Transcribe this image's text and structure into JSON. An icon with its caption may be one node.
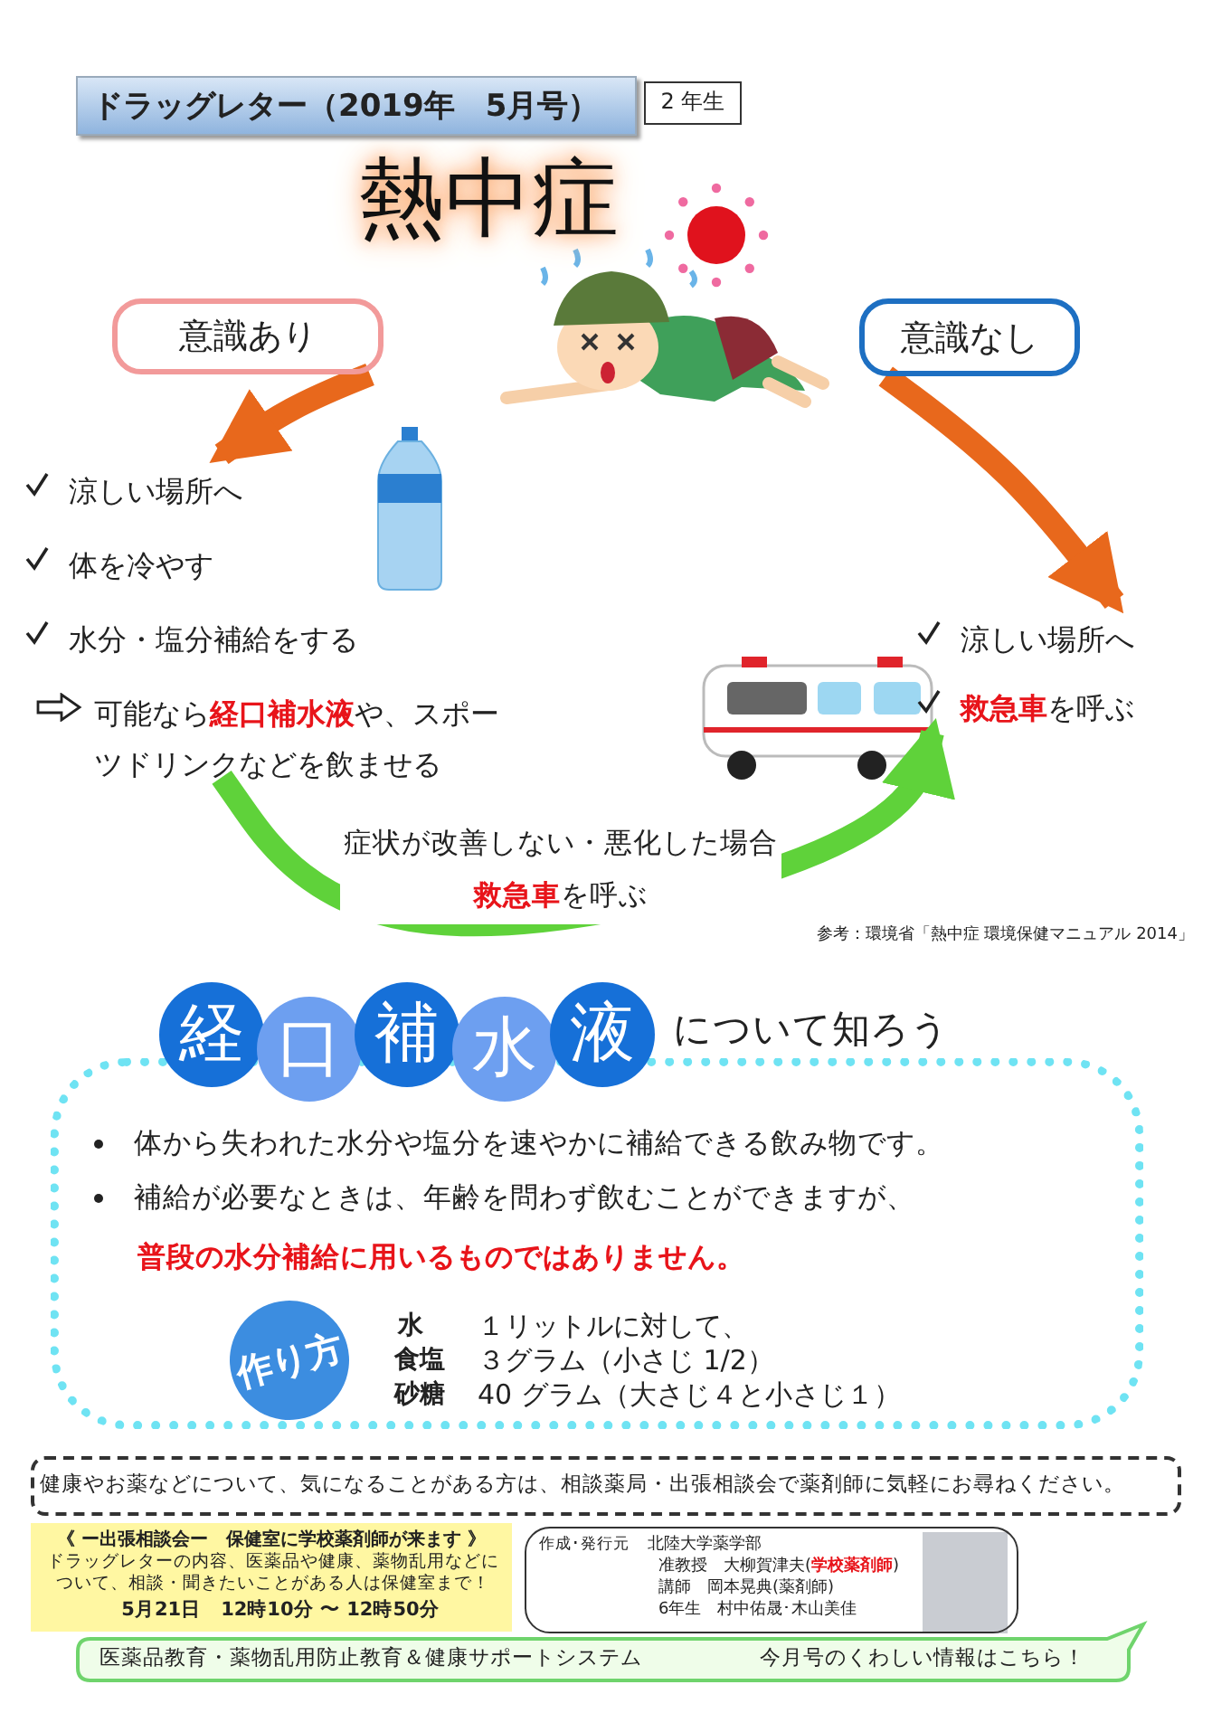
{
  "diagram": {
    "title": "熱中症",
    "nodes": [
      {
        "text": [
          "意識あり"
        ]
      },
      {
        "text": [
          "意識なし"
        ]
      },
      {
        "text": [
          "涼しい場所へ",
          "体を冷やす",
          "水分・塩分補給をする",
          "可能なら**経口補水液**や、スポーツドリンクなどを飲ませる"
        ]
      },
      {
        "text": [
          "涼しい場所へ",
          "**救急車**を呼ぶ"
        ]
      }
    ],
    "edges": [
      {
        "from": 0,
        "to": 2,
        "arrow": "to"
      },
      {
        "from": 1,
        "to": 3,
        "arrow": "to"
      },
      {
        "from": 2,
        "to": 3,
        "arrow": "to",
        "color": "#5fd23a",
        "label": "症状が改善しない・悪化した場合**救急車**を呼ぶ"
      }
    ],
    "labels": [
      "ドラッグレター（2019年　5月号）",
      "2 年生",
      "参考：環境省「熱中症 環境保健マニュアル 2014」",
      "経口補水液",
      "について知ろう",
      "体から失われた水分や塩分を速やかに補給できる飲み物です。",
      "補給が必要なときは、年齢を問わず飲むことができますが、",
      "普段の水分補給に用いるものではありません。",
      "作り方",
      "水",
      "１リットルに対して、",
      "食塩",
      "３グラム（小さじ 1/2）",
      "砂糖",
      "40 グラム（大さじ４と小さじ１）",
      "健康やお薬などについて、気になることがある方は、相談薬局・出張相談会で薬剤師に気軽にお尋ねください。",
      "《 ー出張相談会ー　保健室に学校薬剤師が来ます 》",
      "ドラッグレターの内容、医薬品や健康、薬物乱用などについて、相談・聞きたいことがある人は保健室まで！",
      "5月21日　12時10分 〜 12時50分",
      "作成･発行元",
      "北陸大学薬学部",
      "准教授　大柳賀津夫(**学校薬剤師**)",
      "講師　岡本晃典(薬剤師)",
      "6年生　村中佑晟･木山美佳",
      "医薬品教育・薬物乱用防止教育＆健康サポートシステム",
      "今月号のくわしい情報はこちら！"
    ]
  }
}
